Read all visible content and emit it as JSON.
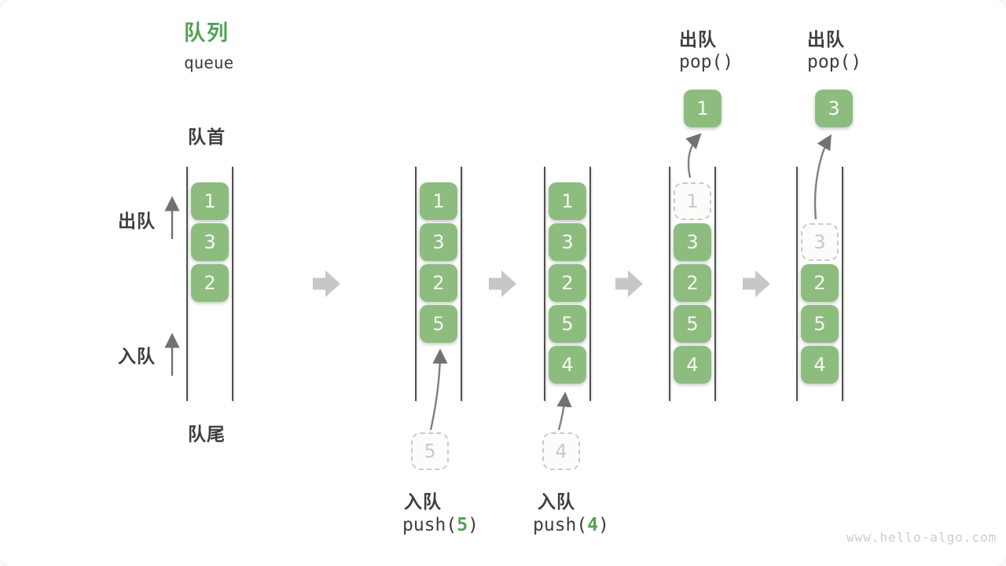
{
  "header": {
    "title_zh": "队列",
    "title_en": "queue"
  },
  "labels": {
    "front": "队首",
    "rear": "队尾",
    "dequeue": "出队",
    "enqueue": "入队"
  },
  "colors": {
    "title_green": "#52A256",
    "box_green": "#8CBD7F",
    "code_arg_green": "#52A256",
    "text_dark": "#3E3E3E",
    "rail_gray": "#515151",
    "thin_arrow_gray": "#717171",
    "block_arrow_gray": "#C7C7C7",
    "dashed_gray": "#CBCBCB",
    "watermark_gray": "#CDCDCD"
  },
  "states": [
    {
      "name": "initial",
      "slots": [
        {
          "value": "1"
        },
        {
          "value": "3"
        },
        {
          "value": "2"
        }
      ]
    },
    {
      "name": "after-push-5",
      "slots": [
        {
          "value": "1"
        },
        {
          "value": "3"
        },
        {
          "value": "2"
        },
        {
          "value": "5"
        }
      ],
      "staged": "5"
    },
    {
      "name": "after-push-4",
      "slots": [
        {
          "value": "1"
        },
        {
          "value": "3"
        },
        {
          "value": "2"
        },
        {
          "value": "5"
        },
        {
          "value": "4"
        }
      ],
      "staged": "4"
    },
    {
      "name": "after-pop-1",
      "ghost": "1",
      "slots": [
        {
          "value": "3"
        },
        {
          "value": "2"
        },
        {
          "value": "5"
        },
        {
          "value": "4"
        }
      ],
      "popped": "1"
    },
    {
      "name": "after-pop-3",
      "ghost": "3",
      "slots": [
        {
          "value": "2"
        },
        {
          "value": "5"
        },
        {
          "value": "4"
        }
      ],
      "popped": "3"
    }
  ],
  "operations": {
    "push5": {
      "zh": "入队",
      "code_open": "push(",
      "arg": "5",
      "code_close": ")"
    },
    "push4": {
      "zh": "入队",
      "code_open": "push(",
      "arg": "4",
      "code_close": ")"
    },
    "pop1": {
      "zh": "出队",
      "code": "pop()"
    },
    "pop2": {
      "zh": "出队",
      "code": "pop()"
    }
  },
  "watermark": "www.hello-algo.com"
}
